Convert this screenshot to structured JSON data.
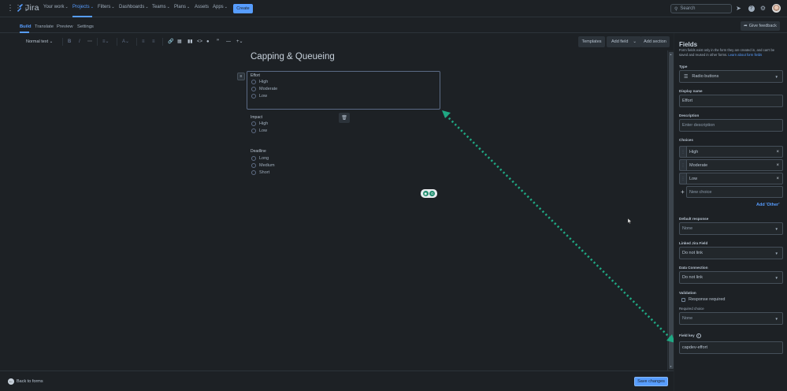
{
  "topnav": {
    "app_name": "Jira",
    "items": [
      {
        "label": "Your work",
        "has_menu": true
      },
      {
        "label": "Projects",
        "has_menu": true,
        "active": true
      },
      {
        "label": "Filters",
        "has_menu": true
      },
      {
        "label": "Dashboards",
        "has_menu": true
      },
      {
        "label": "Teams",
        "has_menu": true
      },
      {
        "label": "Plans",
        "has_menu": true
      },
      {
        "label": "Assets",
        "has_menu": false
      },
      {
        "label": "Apps",
        "has_menu": true
      }
    ],
    "create_label": "Create",
    "search_placeholder": "Search",
    "icons": [
      "notifications-icon",
      "help-icon",
      "settings-icon",
      "avatar"
    ]
  },
  "subtabs": {
    "items": [
      {
        "label": "Build",
        "active": true
      },
      {
        "label": "Translate"
      },
      {
        "label": "Preview"
      },
      {
        "label": "Settings"
      }
    ],
    "feedback_label": "Give feedback"
  },
  "toolbar": {
    "text_style": "Normal text",
    "templates_label": "Templates",
    "add_field_label": "Add field",
    "add_section_label": "Add section"
  },
  "form": {
    "title": "Capping & Queueing",
    "fields": [
      {
        "label": "Effort",
        "options": [
          "High",
          "Moderate",
          "Low"
        ],
        "selected": true
      },
      {
        "label": "Impact",
        "options": [
          "High",
          "Low"
        ]
      },
      {
        "label": "Deadline",
        "options": [
          "Long",
          "Medium",
          "Short"
        ]
      }
    ]
  },
  "footer": {
    "back_label": "Back to forms",
    "save_label": "Save changes"
  },
  "panel": {
    "title": "Fields",
    "description": "Form fields exist only in the form they are created in, and can't be saved and reused in other forms.",
    "learn_link": "Learn about form fields",
    "type_label": "Type",
    "type_value": "Radio buttons",
    "display_name_label": "Display name",
    "display_name_value": "Effort",
    "description_label": "Description",
    "description_placeholder": "Enter description",
    "choices_label": "Choices",
    "choices": [
      "High",
      "Moderate",
      "Low"
    ],
    "new_choice_placeholder": "New choice",
    "add_other_label": "Add 'Other'",
    "default_response_label": "Default response",
    "default_response_value": "None",
    "linked_field_label": "Linked Jira Field",
    "linked_field_value": "Do not link",
    "data_connection_label": "Data Connection",
    "data_connection_value": "Do not link",
    "validation_label": "Validation",
    "response_required_label": "Response required",
    "required_choice_label": "Required choice",
    "required_choice_value": "None",
    "field_key_label": "Field key",
    "field_key_value": "capdev-effort"
  },
  "colors": {
    "background": "#1d2125",
    "accent": "#579dff",
    "annotation_arrow": "#1fa883"
  }
}
